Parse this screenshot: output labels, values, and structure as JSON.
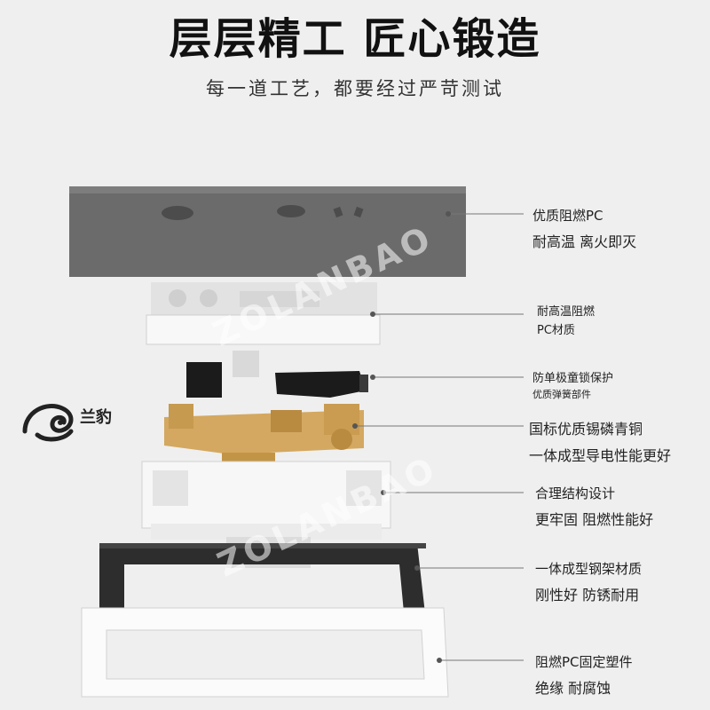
{
  "header": {
    "title": "层层精工 匠心锻造",
    "subtitle": "每一道工艺，都要经过严苛测试"
  },
  "brand": {
    "name": "兰豹",
    "watermark": "ZOLANBAO"
  },
  "layers": [
    {
      "line1": "优质阻燃PC",
      "line2": "耐高温 离火即灭"
    },
    {
      "line1": "耐高温阻燃",
      "line2": "PC材质"
    },
    {
      "line1": "防单极童锁保护",
      "line2": "优质弹簧部件"
    },
    {
      "line1": "国标优质锡磷青铜",
      "line2": "一体成型导电性能更好"
    },
    {
      "line1": "合理结构设计",
      "line2": "更牢固 阻燃性能好"
    },
    {
      "line1": "一体成型钢架材质",
      "line2": "刚性好 防锈耐用"
    },
    {
      "line1": "阻燃PC固定塑件",
      "line2": "绝缘 耐腐蚀"
    }
  ],
  "colors": {
    "background": "#efefef",
    "panel": "#6b6b6b",
    "steel_frame": "#2d2d2d",
    "copper": "#d4a860",
    "plastic": "#f7f7f7"
  }
}
